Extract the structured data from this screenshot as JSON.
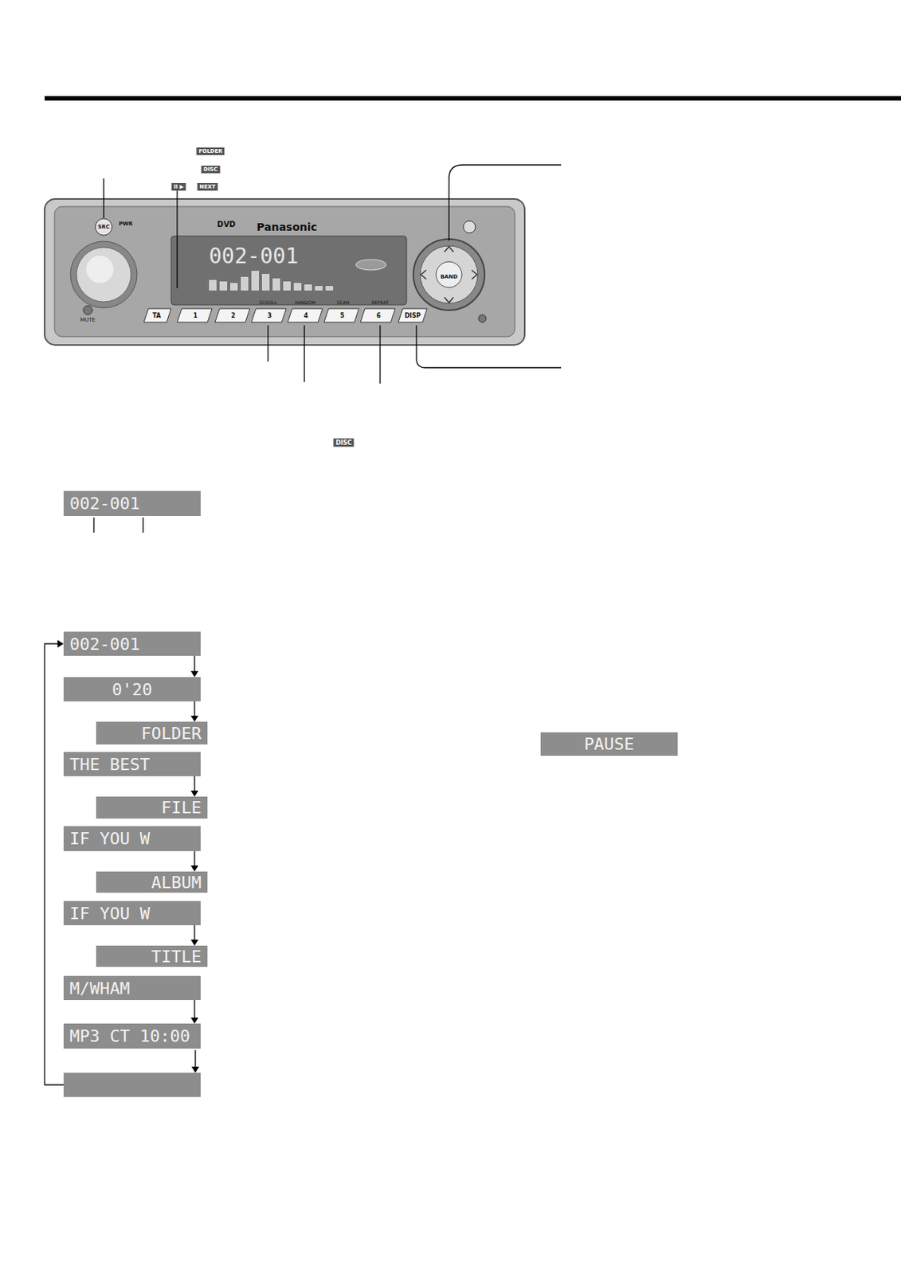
{
  "diagram": {
    "nodes": [
      {
        "text": [
          "002-001"
        ]
      },
      {
        "text": [
          "002-001"
        ]
      },
      {
        "text": [
          "0'20"
        ]
      },
      {
        "text": [
          "FOLDER"
        ]
      },
      {
        "text": [
          "THE BEST"
        ]
      },
      {
        "text": [
          "FILE"
        ]
      },
      {
        "text": [
          "IF YOU W"
        ]
      },
      {
        "text": [
          "ALBUM"
        ]
      },
      {
        "text": [
          "IF YOU W"
        ]
      },
      {
        "text": [
          "TITLE"
        ]
      },
      {
        "text": [
          "M/WHAM"
        ]
      },
      {
        "text": [
          "MP3 CT 10:00"
        ]
      },
      {
        "text": [
          "PAUSE"
        ]
      }
    ],
    "edges": [
      {
        "from": 1,
        "to": 2,
        "arrow": "to"
      },
      {
        "from": 2,
        "to": 3,
        "arrow": "to"
      },
      {
        "from": 4,
        "to": 5,
        "arrow": "to"
      },
      {
        "from": 6,
        "to": 7,
        "arrow": "to"
      },
      {
        "from": 8,
        "to": 9,
        "arrow": "to"
      },
      {
        "from": 10,
        "to": 11,
        "arrow": "to"
      }
    ],
    "labels": [
      "FOLDER",
      "DISC",
      "II ▶",
      "NEXT",
      "SRC",
      "PWR",
      "DVD",
      "Panasonic",
      "002-001",
      "BAND",
      "TA",
      "1",
      "2",
      "3",
      "4",
      "5",
      "6",
      "DISP",
      "SCROLL",
      "RANDOM",
      "SCAN",
      "REPEAT",
      "MUTE",
      "DISC"
    ]
  }
}
